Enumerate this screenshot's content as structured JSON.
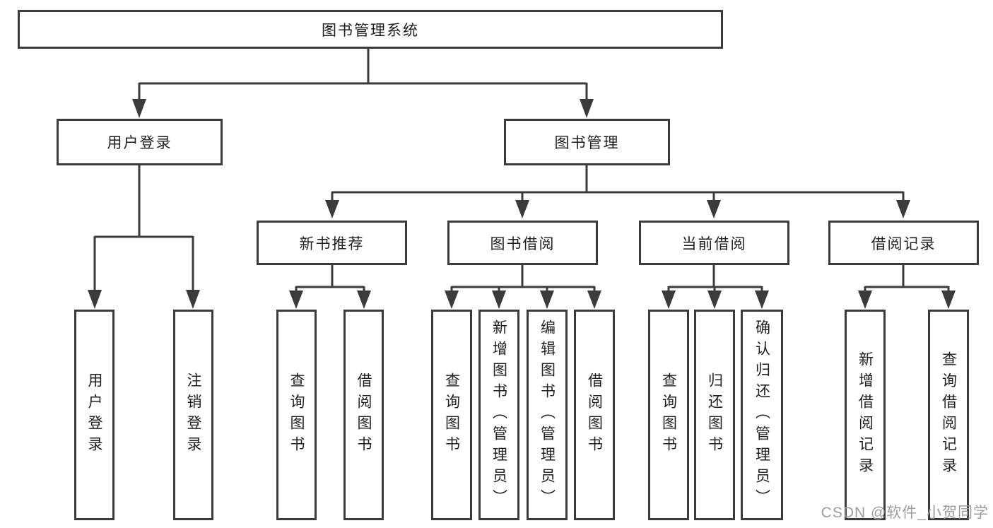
{
  "tree": {
    "root": "图书管理系统",
    "children": [
      {
        "label": "用户登录",
        "children": [
          "用户登录",
          "注销登录"
        ]
      },
      {
        "label": "图书管理",
        "children": [
          {
            "label": "新书推荐",
            "children": [
              "查询图书",
              "借阅图书"
            ]
          },
          {
            "label": "图书借阅",
            "children": [
              "查询图书",
              "新增图书（管理员）",
              "编辑图书（管理员）",
              "借阅图书"
            ]
          },
          {
            "label": "当前借阅",
            "children": [
              "查询图书",
              "归还图书",
              "确认归还（管理员）"
            ]
          },
          {
            "label": "借阅记录",
            "children": [
              "新增借阅记录",
              "查询借阅记录"
            ]
          }
        ]
      }
    ]
  },
  "watermark": {
    "text": "CSDN @软件_小贺同学"
  },
  "colors": {
    "line": "#3b3b3e",
    "text": "#1f1f21",
    "watermark": "#9c9c9c",
    "background": "#ffffff"
  }
}
